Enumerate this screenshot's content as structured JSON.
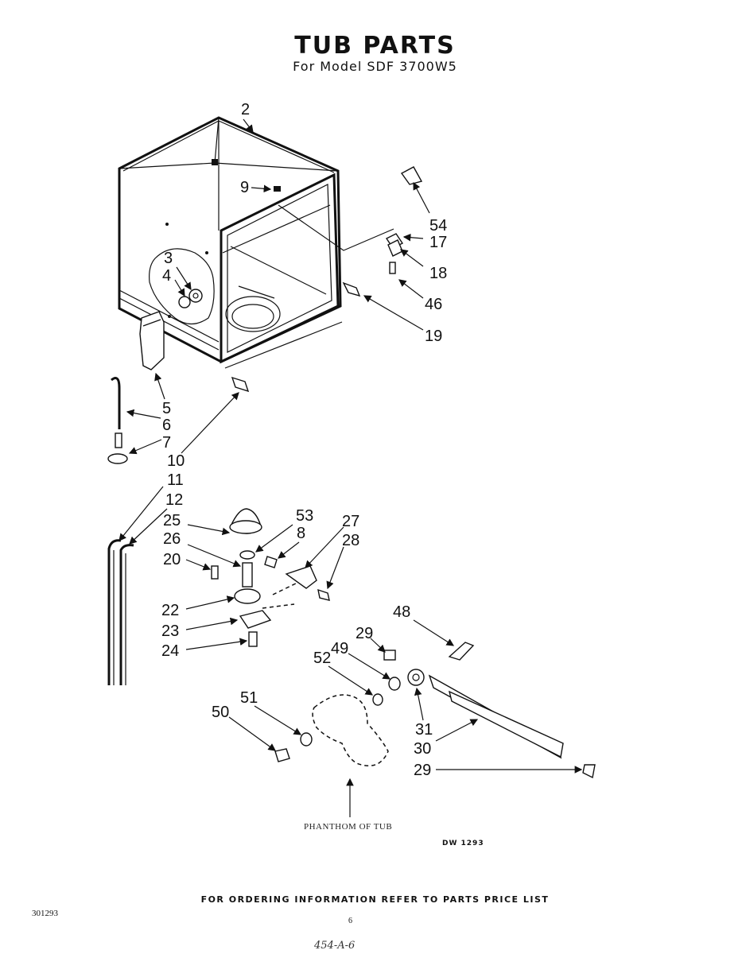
{
  "header": {
    "title": "TUB PARTS",
    "subtitle": "For Model SDF 3700W5"
  },
  "diagram": {
    "callouts": [
      "2",
      "9",
      "54",
      "17",
      "18",
      "46",
      "19",
      "3",
      "4",
      "5",
      "6",
      "7",
      "10",
      "11",
      "12",
      "25",
      "53",
      "26",
      "8",
      "20",
      "27",
      "28",
      "22",
      "23",
      "24",
      "48",
      "29",
      "52",
      "49",
      "31",
      "30",
      "51",
      "50",
      "29"
    ],
    "phantom_label": "PHANTHOM OF TUB",
    "drawing_code": "DW 1293"
  },
  "footer": {
    "ordering_info": "FOR ORDERING INFORMATION REFER TO PARTS PRICE LIST",
    "doc_number": "301293",
    "page_number": "6",
    "handwritten_note": "454-A-6"
  }
}
